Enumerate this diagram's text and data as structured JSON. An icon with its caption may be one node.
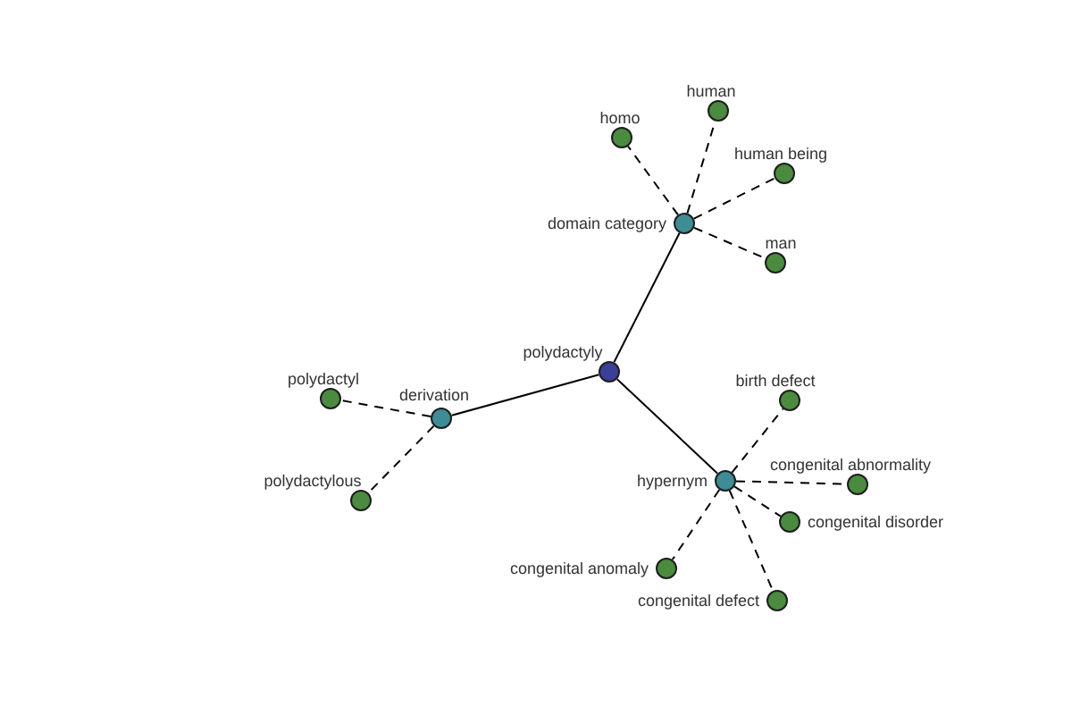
{
  "diagram": {
    "nodes": [
      {
        "text": [
          "human"
        ]
      },
      {
        "text": [
          "homo"
        ]
      },
      {
        "text": [
          "human being"
        ]
      },
      {
        "text": [
          "domain category"
        ]
      },
      {
        "text": [
          "man"
        ]
      },
      {
        "text": [
          "polydactyly"
        ]
      },
      {
        "text": [
          "polydactyl"
        ]
      },
      {
        "text": [
          "birth defect"
        ]
      },
      {
        "text": [
          "derivation"
        ]
      },
      {
        "text": [
          "hypernym"
        ]
      },
      {
        "text": [
          "congenital abnormality"
        ]
      },
      {
        "text": [
          "polydactylous"
        ]
      },
      {
        "text": [
          "congenital disorder"
        ]
      },
      {
        "text": [
          "congenital anomaly"
        ]
      },
      {
        "text": [
          "congenital defect"
        ]
      }
    ],
    "edges": [
      {
        "from": 5,
        "to": 3,
        "arrow": "none"
      },
      {
        "from": 5,
        "to": 8,
        "arrow": "none"
      },
      {
        "from": 5,
        "to": 9,
        "arrow": "none"
      },
      {
        "from": 3,
        "to": 1,
        "arrow": "none",
        "style": "dashed"
      },
      {
        "from": 3,
        "to": 0,
        "arrow": "none",
        "style": "dashed"
      },
      {
        "from": 3,
        "to": 2,
        "arrow": "none",
        "style": "dashed"
      },
      {
        "from": 3,
        "to": 4,
        "arrow": "none",
        "style": "dashed"
      },
      {
        "from": 8,
        "to": 6,
        "arrow": "none",
        "style": "dashed"
      },
      {
        "from": 8,
        "to": 11,
        "arrow": "none",
        "style": "dashed"
      },
      {
        "from": 9,
        "to": 7,
        "arrow": "none",
        "style": "dashed"
      },
      {
        "from": 9,
        "to": 10,
        "arrow": "none",
        "style": "dashed"
      },
      {
        "from": 9,
        "to": 12,
        "arrow": "none",
        "style": "dashed"
      },
      {
        "from": 9,
        "to": 13,
        "arrow": "none",
        "style": "dashed"
      },
      {
        "from": 9,
        "to": 14,
        "arrow": "none",
        "style": "dashed"
      }
    ]
  }
}
